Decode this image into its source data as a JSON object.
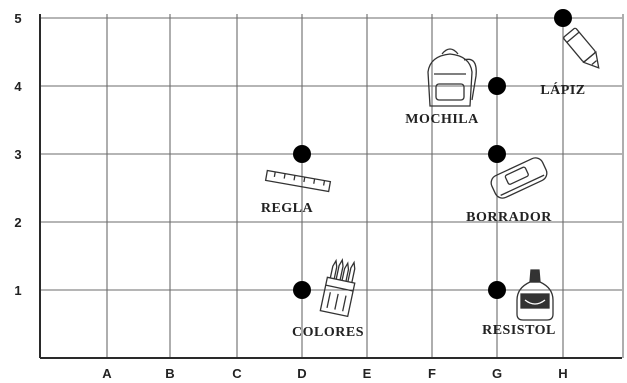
{
  "x_ticks": [
    "A",
    "B",
    "C",
    "D",
    "E",
    "F",
    "G",
    "H"
  ],
  "y_ticks": [
    "1",
    "2",
    "3",
    "4",
    "5"
  ],
  "items": [
    {
      "name": "LÁPIZ",
      "col": "H",
      "row": 5,
      "icon": "pencil-icon"
    },
    {
      "name": "MOCHILA",
      "col": "G",
      "row": 4,
      "icon": "backpack-icon"
    },
    {
      "name": "REGLA",
      "col": "D",
      "row": 3,
      "icon": "ruler-icon"
    },
    {
      "name": "BORRADOR",
      "col": "G",
      "row": 3,
      "icon": "eraser-icon"
    },
    {
      "name": "COLORES",
      "col": "D",
      "row": 1,
      "icon": "colored-pencils-icon"
    },
    {
      "name": "RESISTOL",
      "col": "G",
      "row": 1,
      "icon": "glue-bottle-icon"
    }
  ]
}
